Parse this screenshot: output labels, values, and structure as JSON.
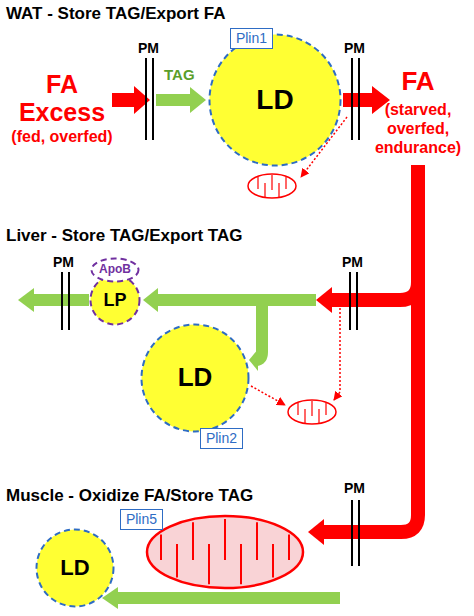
{
  "diagram": {
    "nodes": [
      {
        "text": [
          "Plin1"
        ]
      },
      {
        "text": [
          "LD"
        ]
      },
      {
        "text": [
          "ApoB"
        ]
      },
      {
        "text": [
          "LP"
        ]
      },
      {
        "text": [
          "LD"
        ]
      },
      {
        "text": [
          "Plin2"
        ]
      },
      {
        "text": [
          "Plin5"
        ]
      },
      {
        "text": [
          "LD"
        ]
      }
    ],
    "labels": [
      "WAT - Store TAG/Export FA",
      "PM",
      "PM",
      "FA Excess",
      "(fed, overfed)",
      "TAG",
      "FA",
      "(starved, overfed, endurance)",
      "Liver - Store TAG/Export TAG",
      "PM",
      "PM",
      "Muscle - Oxidize FA/Store TAG",
      "PM"
    ]
  }
}
